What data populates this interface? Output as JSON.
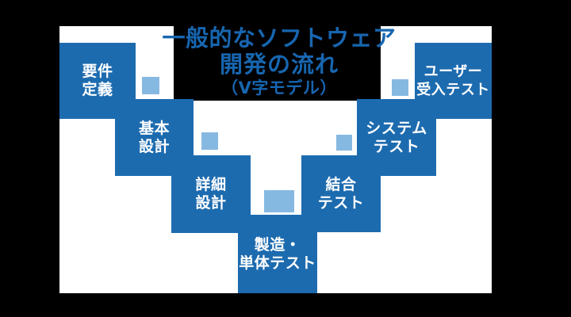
{
  "title": {
    "line1": "一般的なソフトウェア",
    "line2": "開発の流れ",
    "line3": "（V字モデル）"
  },
  "steps": [
    {
      "id": "requirements-definition",
      "line1": "要件",
      "line2": "定義"
    },
    {
      "id": "basic-design",
      "line1": "基本",
      "line2": "設計"
    },
    {
      "id": "detailed-design",
      "line1": "詳細",
      "line2": "設計"
    },
    {
      "id": "implementation-unit-test",
      "line1": "製造・",
      "line2": "単体テスト"
    },
    {
      "id": "integration-test",
      "line1": "結合",
      "line2": "テスト"
    },
    {
      "id": "system-test",
      "line1": "システム",
      "line2": "テスト"
    },
    {
      "id": "user-acceptance-test",
      "line1": "ユーザー",
      "line2": "受入テスト"
    }
  ],
  "connectors": [
    {
      "id": "connector-requirements-basic"
    },
    {
      "id": "connector-basic-detailed"
    },
    {
      "id": "connector-detailed-implementation"
    },
    {
      "id": "connector-integration-system"
    },
    {
      "id": "connector-system-acceptance"
    }
  ],
  "colors": {
    "background": "#000000",
    "panel_white": "#ffffff",
    "box_blue": "#1d6baf",
    "accent_light_blue": "#86b9e2",
    "title_blue": "#1766b0"
  }
}
